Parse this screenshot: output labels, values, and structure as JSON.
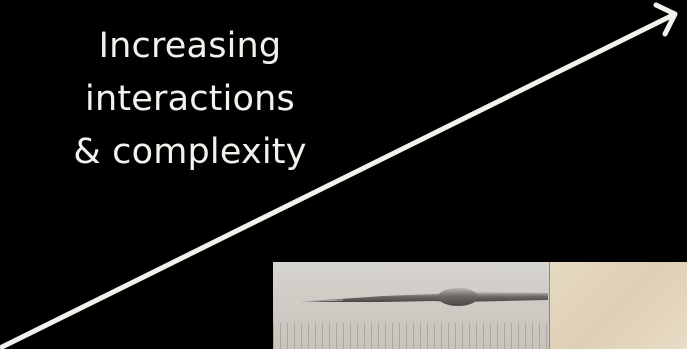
{
  "caption": {
    "lines": [
      "Increasing",
      "interactions",
      "& complexity"
    ]
  },
  "colors": {
    "background": "#000000",
    "text": "#f2f2ec",
    "arrow": "#f2f2ec"
  },
  "arrow": {
    "icon": "diagonal-arrow-icon"
  },
  "photo": {
    "left_icon": "needle-specimen-icon",
    "right_icon": "specimen-detail-icon"
  }
}
